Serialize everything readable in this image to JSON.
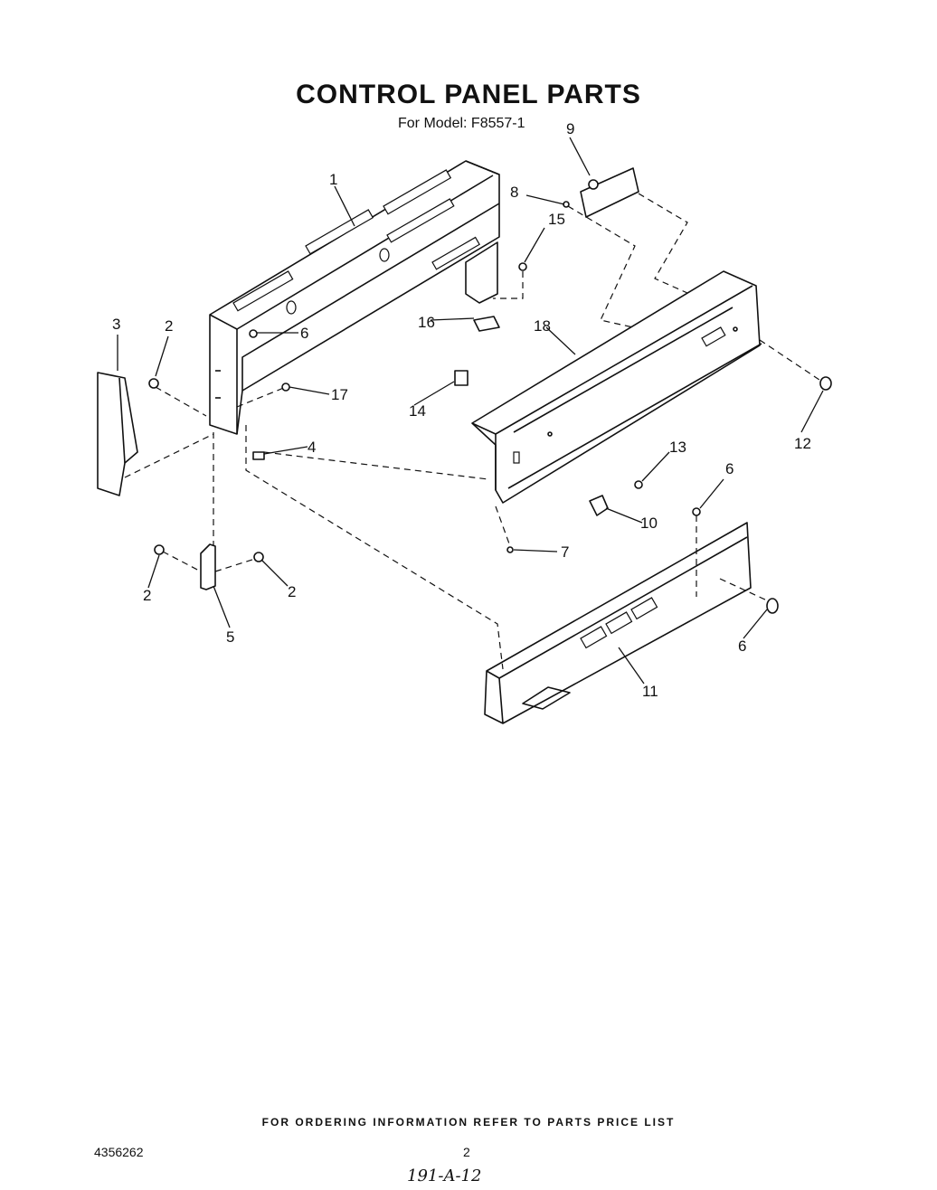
{
  "header": {
    "title": "CONTROL PANEL PARTS",
    "subtitle": "For Model: F8557-1"
  },
  "diagram": {
    "callouts": [
      "1",
      "2",
      "2",
      "2",
      "3",
      "4",
      "5",
      "6",
      "6",
      "6",
      "7",
      "8",
      "9",
      "10",
      "11",
      "12",
      "13",
      "14",
      "15",
      "16",
      "17",
      "18"
    ]
  },
  "footer": {
    "ordering_note": "FOR ORDERING INFORMATION REFER TO PARTS PRICE LIST",
    "document_number": "4356262",
    "page_number": "2",
    "handwritten_note": "191-A-12"
  }
}
